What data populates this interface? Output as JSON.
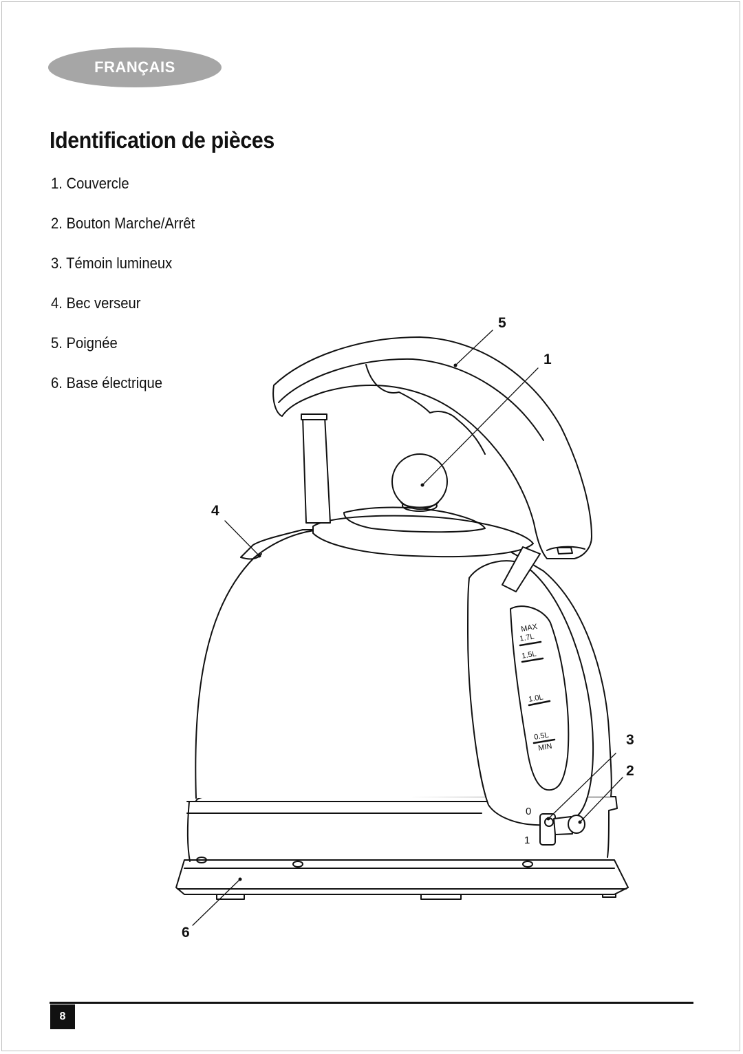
{
  "header": {
    "language_label": "FRANÇAIS"
  },
  "title": "Identification de pièces",
  "parts": [
    "1. Couvercle",
    "2. Bouton Marche/Arrêt",
    "3. Témoin lumineux",
    "4. Bec verseur",
    "5. Poignée",
    "6. Base électrique"
  ],
  "diagram": {
    "callouts": [
      "5",
      "1",
      "4",
      "3",
      "2",
      "6"
    ],
    "water_window": {
      "max": "MAX",
      "level_17": "1.7L",
      "level_15": "1.5L",
      "level_10": "1.0L",
      "level_05": "0.5L",
      "min": "MIN"
    },
    "switch": {
      "off": "0",
      "on": "1"
    }
  },
  "footer": {
    "page_number": "8"
  }
}
